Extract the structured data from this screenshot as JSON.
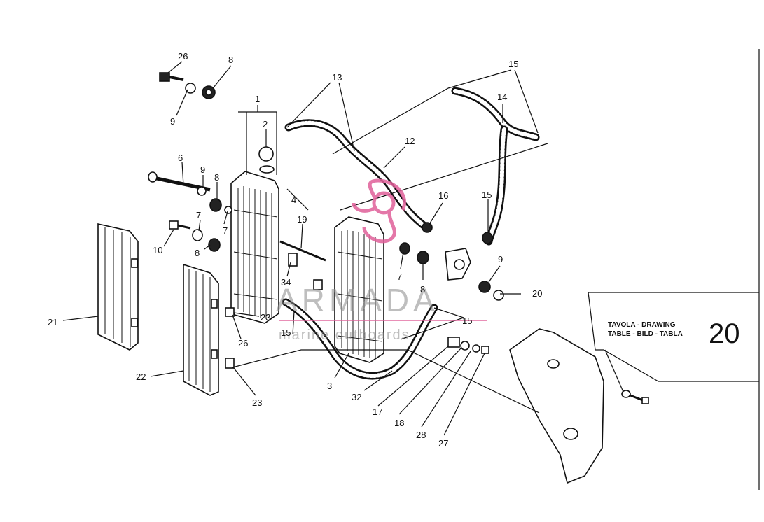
{
  "drawing_box": {
    "line1": "TAVOLA - DRAWING",
    "line2": "TABLE - BILD - TABLA",
    "table_number": "20"
  },
  "watermark": {
    "brand": "ARMADA",
    "tagline": "marine outboards",
    "logo_color": "#e0609a"
  },
  "callouts": {
    "c1": "1",
    "c2": "2",
    "c3": "3",
    "c4": "4",
    "c6": "6",
    "c7a": "7",
    "c7b": "7",
    "c7c": "7",
    "c8a": "8",
    "c8b": "8",
    "c8c": "8",
    "c8d": "8",
    "c9a": "9",
    "c9b": "9",
    "c9c": "9",
    "c10": "10",
    "c12": "12",
    "c13": "13",
    "c14": "14",
    "c15a": "15",
    "c15b": "15",
    "c15c": "15",
    "c15d": "15",
    "c16": "16",
    "c17": "17",
    "c18": "18",
    "c19": "19",
    "c20": "20",
    "c21": "21",
    "c22": "22",
    "c23a": "23",
    "c23b": "23",
    "c26a": "26",
    "c26b": "26",
    "c27": "27",
    "c28": "28",
    "c32": "32",
    "c34": "34"
  }
}
